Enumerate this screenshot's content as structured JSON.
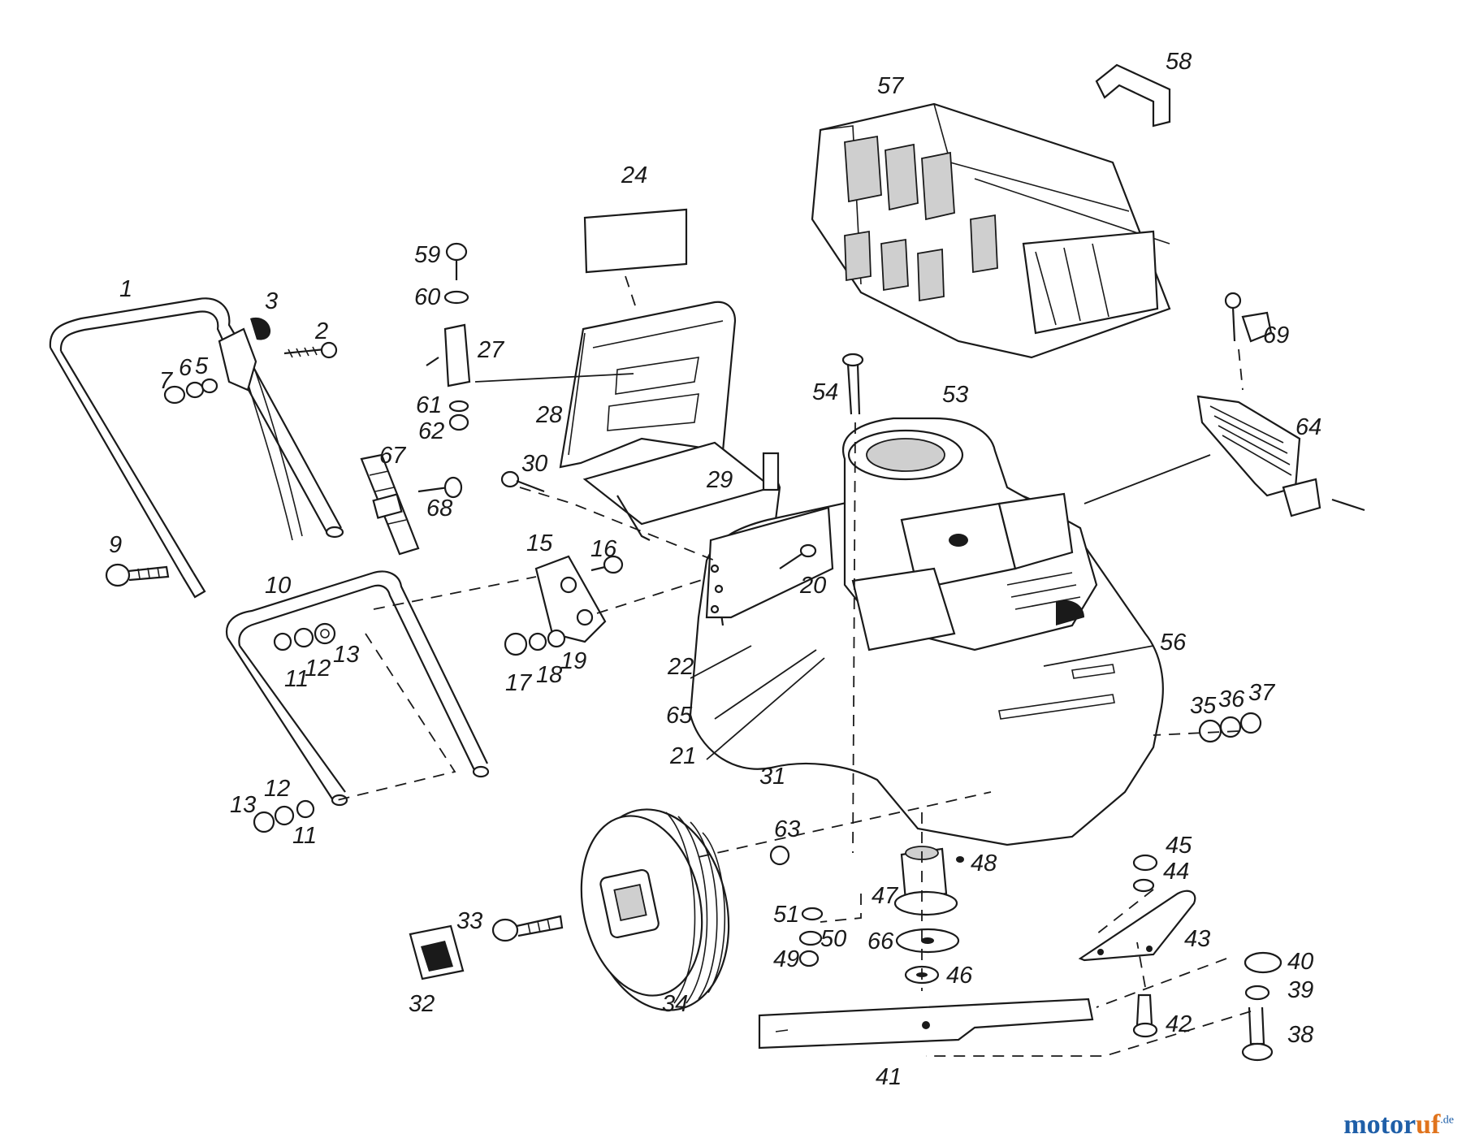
{
  "diagram": {
    "labels": [
      "1",
      "2",
      "3",
      "5",
      "6",
      "7",
      "9",
      "10",
      "11",
      "12",
      "13",
      "15",
      "16",
      "17",
      "18",
      "19",
      "20",
      "21",
      "22",
      "24",
      "27",
      "28",
      "29",
      "30",
      "31",
      "32",
      "33",
      "34",
      "35",
      "36",
      "37",
      "38",
      "39",
      "40",
      "41",
      "42",
      "43",
      "44",
      "45",
      "46",
      "47",
      "48",
      "49",
      "50",
      "51",
      "53",
      "54",
      "56",
      "57",
      "58",
      "59",
      "60",
      "61",
      "62",
      "63",
      "64",
      "65",
      "66",
      "67",
      "68",
      "69"
    ]
  },
  "watermark": {
    "brand_a": "motor",
    "brand_b": "uf",
    "brand_c": ".de"
  }
}
